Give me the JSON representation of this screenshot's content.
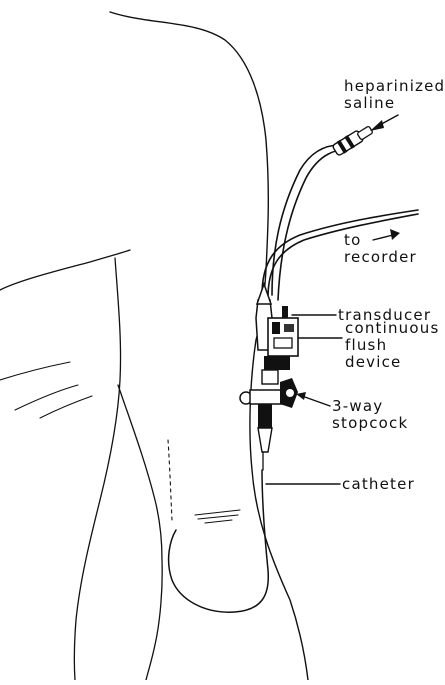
{
  "labels": {
    "heparinized_saline": [
      "heparinized",
      "saline"
    ],
    "to_recorder": [
      "to",
      "recorder"
    ],
    "transducer": [
      "transducer"
    ],
    "continuous_flush_device": [
      "continuous",
      "flush",
      "device"
    ],
    "three_way_stopcock": [
      "3-way",
      "stopcock"
    ],
    "catheter": [
      "catheter"
    ]
  }
}
